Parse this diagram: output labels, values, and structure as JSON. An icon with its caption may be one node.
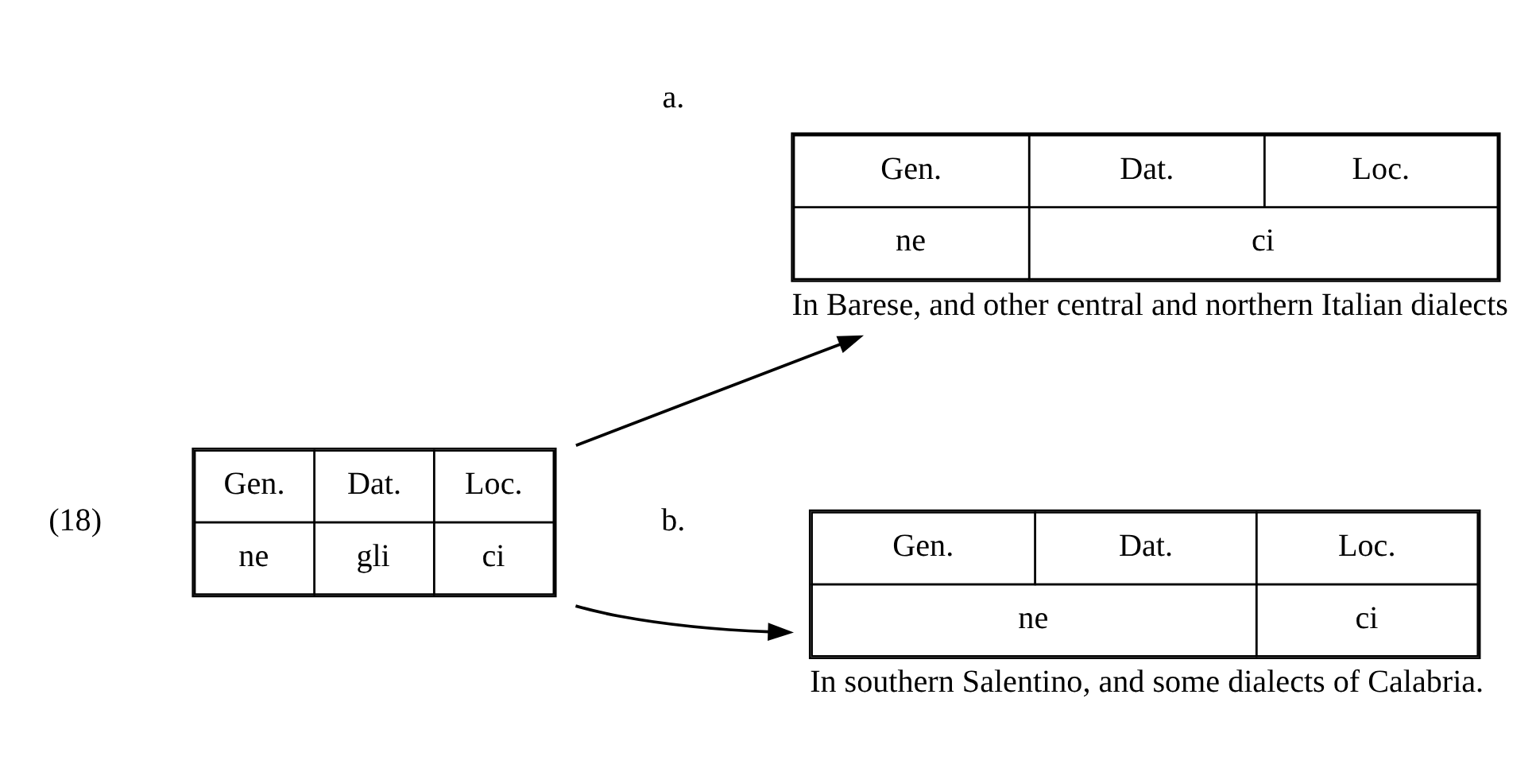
{
  "diagram": {
    "nodes": [
      {
        "text": [
          "Gen.",
          "Dat.",
          "Loc.",
          "ne",
          "gli",
          "ci"
        ]
      },
      {
        "text": [
          "Gen.",
          "Dat.",
          "Loc.",
          "ne",
          "ci"
        ],
        "beside": [
          "In Barese, and other central and northern Italian dialects"
        ]
      },
      {
        "text": [
          "Gen.",
          "Dat.",
          "Loc.",
          "ne",
          "ci"
        ],
        "beside": [
          "In southern Salentino, and some dialects of Calabria."
        ]
      }
    ],
    "edges": [
      {
        "from": 0,
        "to": 1,
        "arrow": "to"
      },
      {
        "from": 0,
        "to": 2,
        "arrow": "to"
      }
    ],
    "labels": [
      "(18)",
      "a.",
      "b."
    ]
  }
}
